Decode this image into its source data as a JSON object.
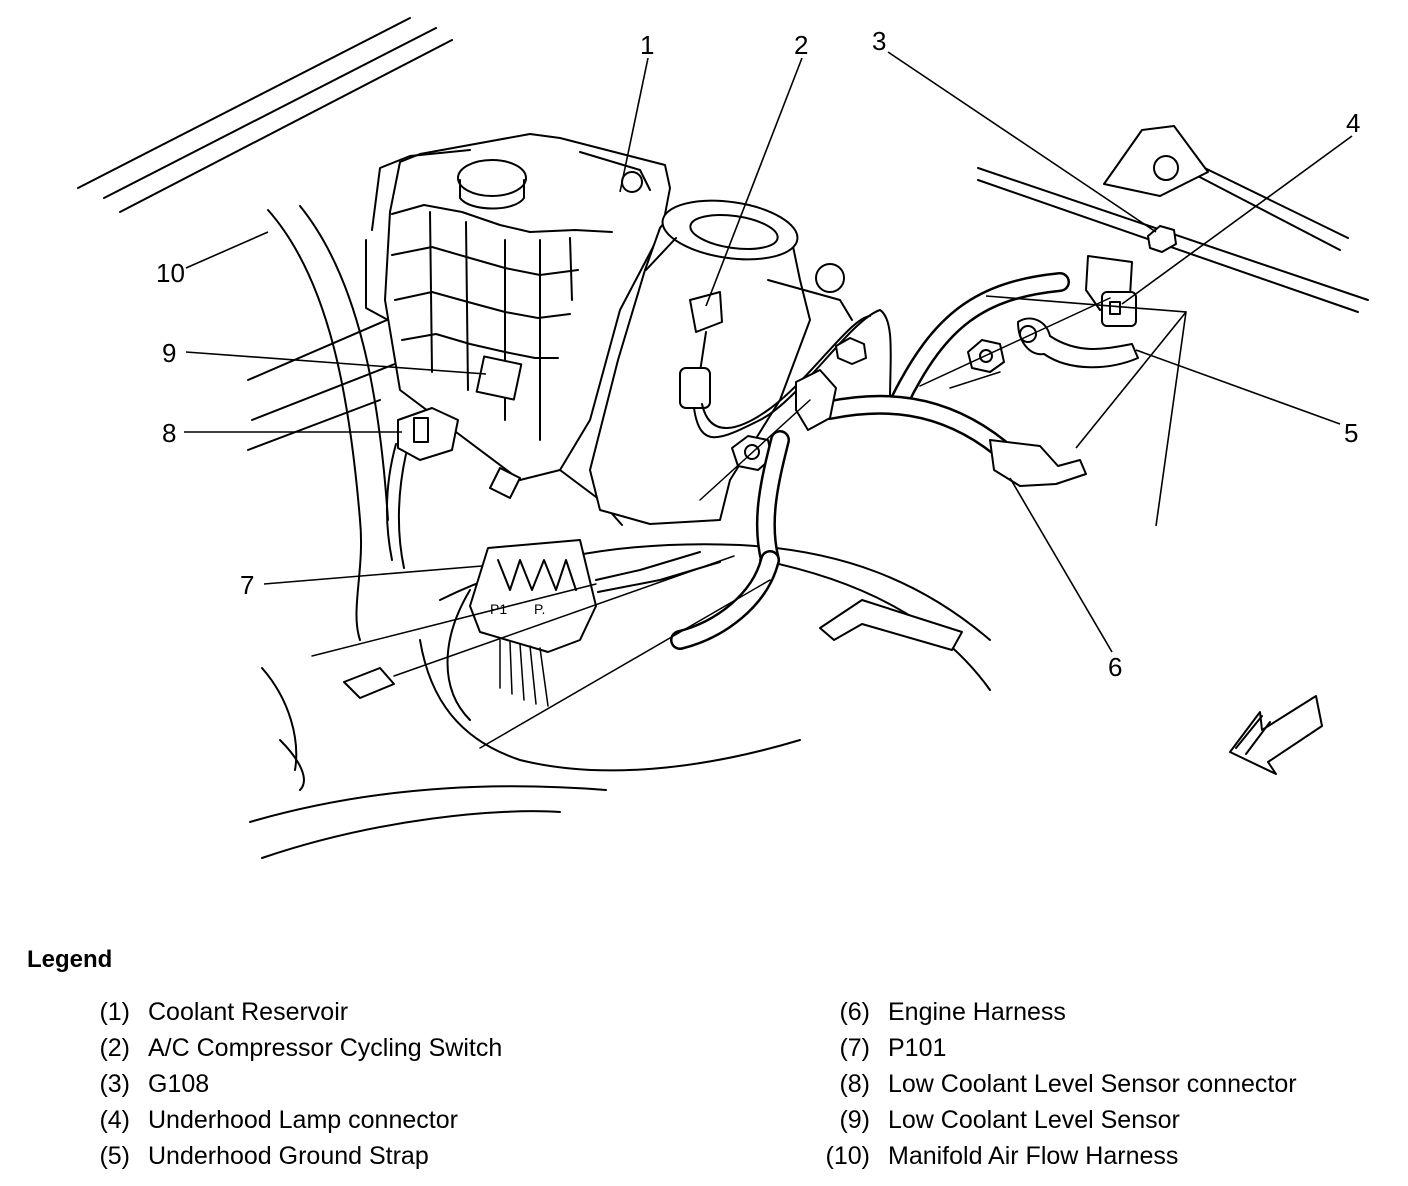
{
  "callouts": [
    "1",
    "2",
    "3",
    "4",
    "5",
    "6",
    "7",
    "8",
    "9",
    "10"
  ],
  "legend": {
    "title": "Legend",
    "left": [
      {
        "num": "(1)",
        "label": "Coolant Reservoir"
      },
      {
        "num": "(2)",
        "label": "A/C Compressor Cycling Switch"
      },
      {
        "num": "(3)",
        "label": "G108"
      },
      {
        "num": "(4)",
        "label": "Underhood Lamp connector"
      },
      {
        "num": "(5)",
        "label": "Underhood Ground Strap"
      }
    ],
    "right": [
      {
        "num": "(6)",
        "label": "Engine Harness"
      },
      {
        "num": "(7)",
        "label": "P101"
      },
      {
        "num": "(8)",
        "label": "Low Coolant Level Sensor connector"
      },
      {
        "num": "(9)",
        "label": "Low Coolant Level Sensor"
      },
      {
        "num": "(10)",
        "label": "Manifold Air Flow Harness"
      }
    ]
  },
  "icons": {
    "front-arrow": "arrow-down-left-icon"
  }
}
